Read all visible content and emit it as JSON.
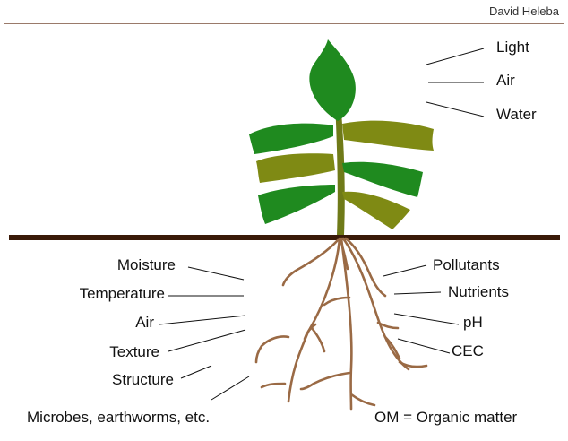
{
  "credit": "David Heleba",
  "above_ground": {
    "light": "Light",
    "air": "Air",
    "water": "Water"
  },
  "soil_left": {
    "moisture": "Moisture",
    "temperature": "Temperature",
    "air": "Air",
    "texture": "Texture",
    "structure": "Structure",
    "microbes": "Microbes, earthworms, etc."
  },
  "soil_right": {
    "pollutants": "Pollutants",
    "nutrients": "Nutrients",
    "ph": "pH",
    "cec": "CEC",
    "om": "OM = Organic matter"
  },
  "colors": {
    "leaf_green": "#1f8a1f",
    "leaf_olive": "#7f8a14",
    "stem": "#6f7a18",
    "root": "#9a6a45",
    "soil_line": "#3a1a08"
  }
}
